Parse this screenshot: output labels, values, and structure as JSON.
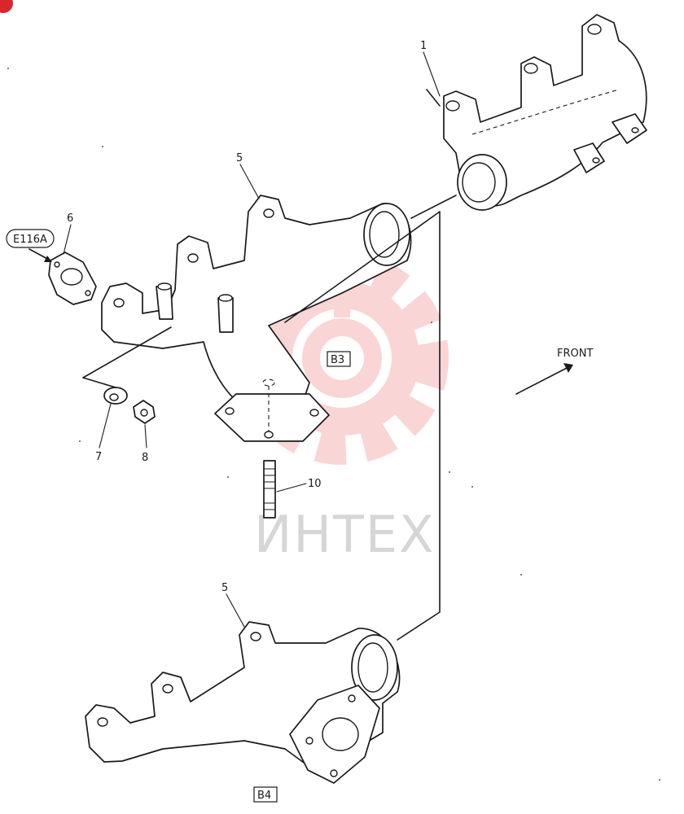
{
  "labels": {
    "part_1": "1",
    "part_5_upper": "5",
    "part_5_lower": "5",
    "part_6": "6",
    "part_7": "7",
    "part_8": "8",
    "part_10": "10",
    "ref_e116a": "E116A",
    "ref_b3": "B3",
    "ref_b4": "B4",
    "front": "FRONT"
  },
  "watermark": {
    "text": "ИНТЕХ"
  },
  "colors": {
    "line": "#1a1a1a",
    "watermark_gear": "#f6b3b3",
    "watermark_text": "#d6d6d6",
    "corner_badge": "#d9262c"
  }
}
